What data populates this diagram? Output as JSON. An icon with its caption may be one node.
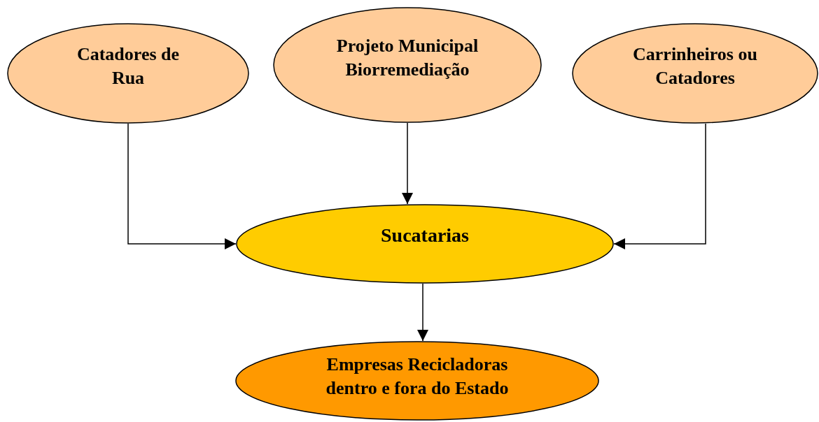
{
  "diagram": {
    "nodes": [
      {
        "text": [
          "Catadores de Rua"
        ]
      },
      {
        "text": [
          "Projeto Municipal Biorremediação"
        ]
      },
      {
        "text": [
          "Carrinheiros ou Catadores"
        ]
      },
      {
        "text": [
          "Sucatarias"
        ]
      },
      {
        "text": [
          "Empresas Recicladoras dentro e fora do Estado"
        ]
      }
    ],
    "edges": [
      {
        "from": 0,
        "to": 3,
        "arrow": "to"
      },
      {
        "from": 1,
        "to": 3,
        "arrow": "to"
      },
      {
        "from": 2,
        "to": 3,
        "arrow": "to"
      },
      {
        "from": 3,
        "to": 4,
        "arrow": "to"
      }
    ]
  }
}
